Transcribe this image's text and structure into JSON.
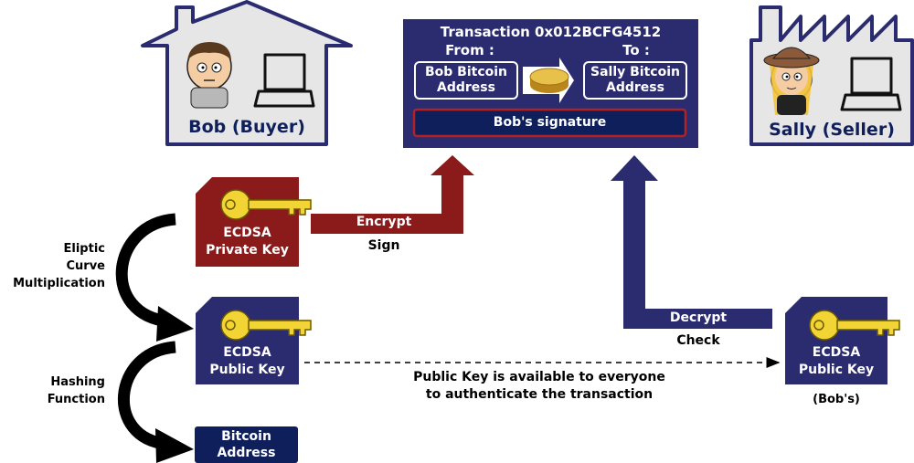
{
  "bob_house": {
    "label": "Bob (Buyer)"
  },
  "sally_factory": {
    "label": "Sally (Seller)"
  },
  "transaction": {
    "title": "Transaction 0x012BCFG4512",
    "from_label": "From :",
    "to_label": "To :",
    "from_address": [
      "Bob Bitcoin",
      "Address"
    ],
    "to_address": [
      "Sally Bitcoin",
      "Address"
    ],
    "signature": "Bob's signature"
  },
  "private_key": {
    "line1": "ECDSA",
    "line2": "Private Key"
  },
  "public_key": {
    "line1": "ECDSA",
    "line2": "Public Key"
  },
  "bitcoin_address": {
    "line1": "Bitcoin",
    "line2": "Address"
  },
  "bobs_public_key": {
    "line1": "ECDSA",
    "line2": "Public Key",
    "owner": "(Bob's)"
  },
  "encrypt": {
    "label": "Encrypt",
    "sublabel": "Sign"
  },
  "decrypt": {
    "label": "Decrypt",
    "sublabel": "Check"
  },
  "curve_label": [
    "Eliptic",
    "Curve",
    "Multiplication"
  ],
  "hash_label": [
    "Hashing",
    "Function"
  ],
  "public_note": [
    "Public Key is available to everyone",
    "to authenticate the transaction"
  ],
  "colors": {
    "navy": "#2b2b6f",
    "red": "#8b1a1a",
    "key_yellow": "#f2d535"
  }
}
